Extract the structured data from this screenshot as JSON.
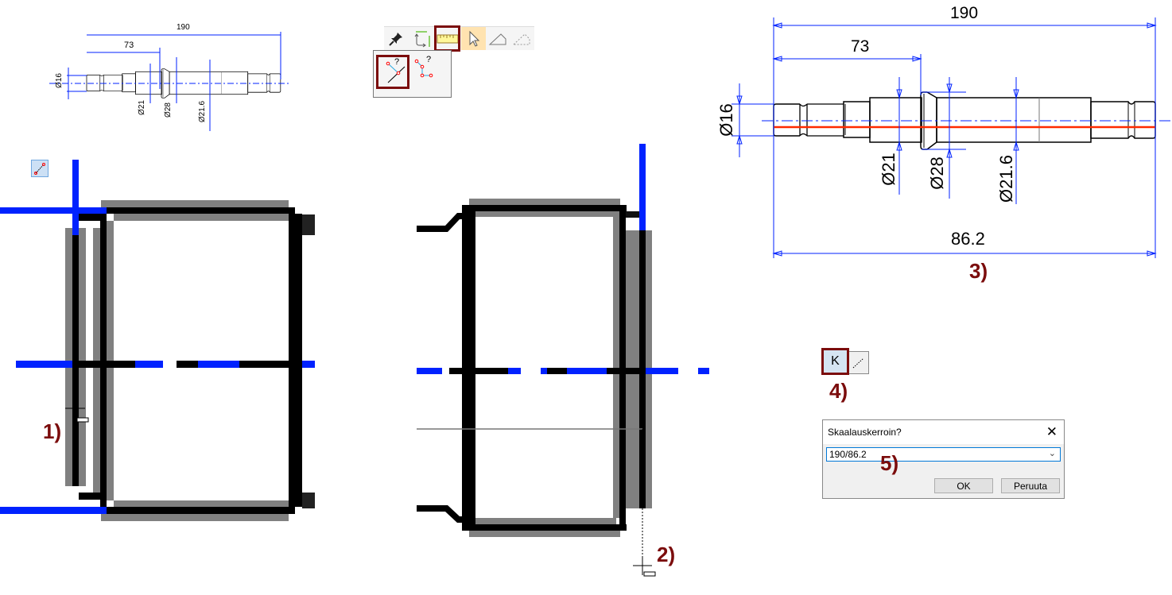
{
  "step_labels": {
    "s1": "1)",
    "s2": "2)",
    "s3": "3)",
    "s4": "4)",
    "s5": "5)"
  },
  "drawing_small": {
    "dim_total": "190",
    "dim_partial": "73",
    "d1": "Ø16",
    "d2": "Ø21",
    "d3": "Ø28",
    "d4": "Ø21.6"
  },
  "drawing_large": {
    "dim_total": "190",
    "dim_partial": "73",
    "d1": "Ø16",
    "d2": "Ø21",
    "d3": "Ø28",
    "d4": "Ø21.6",
    "dim_measured": "86.2"
  },
  "toolbar": {
    "icons": [
      "pin-icon",
      "rotate-icon",
      "ruler-icon",
      "cursor-icon",
      "triangle-icon",
      "dashed-triangle-icon"
    ]
  },
  "popup": {
    "q1": "?",
    "q2": "?"
  },
  "scale_tool": {
    "k_label": "K"
  },
  "dialog": {
    "title": "Skaalauskerroin?",
    "close": "✕",
    "value": "190/86.2",
    "ok": "OK",
    "cancel": "Peruuta"
  },
  "colors": {
    "accent_blue": "#0022ff",
    "step_label": "#7b0c0c",
    "measure_red": "#ff2a00"
  }
}
